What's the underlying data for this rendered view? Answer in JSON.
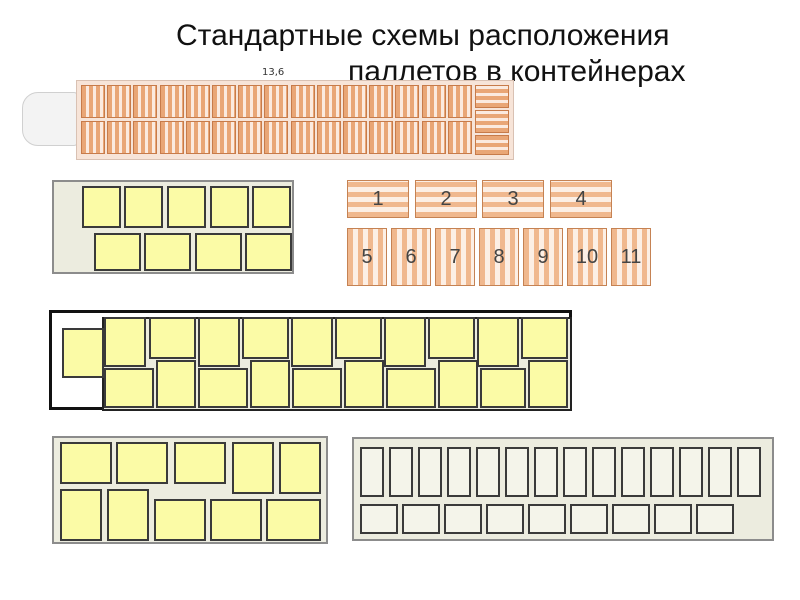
{
  "title": {
    "line1": "Стандартные схемы расположения",
    "line2": "паллетов в контейнерах"
  },
  "truck": {
    "label": "13,6"
  },
  "numbered_pallets": [
    "1",
    "2",
    "3",
    "4",
    "5",
    "6",
    "7",
    "8",
    "9",
    "10",
    "11"
  ],
  "colors": {
    "pallet_fill": "#fbfba6",
    "container_fill": "#ececdf",
    "wood": "#e9a676"
  }
}
